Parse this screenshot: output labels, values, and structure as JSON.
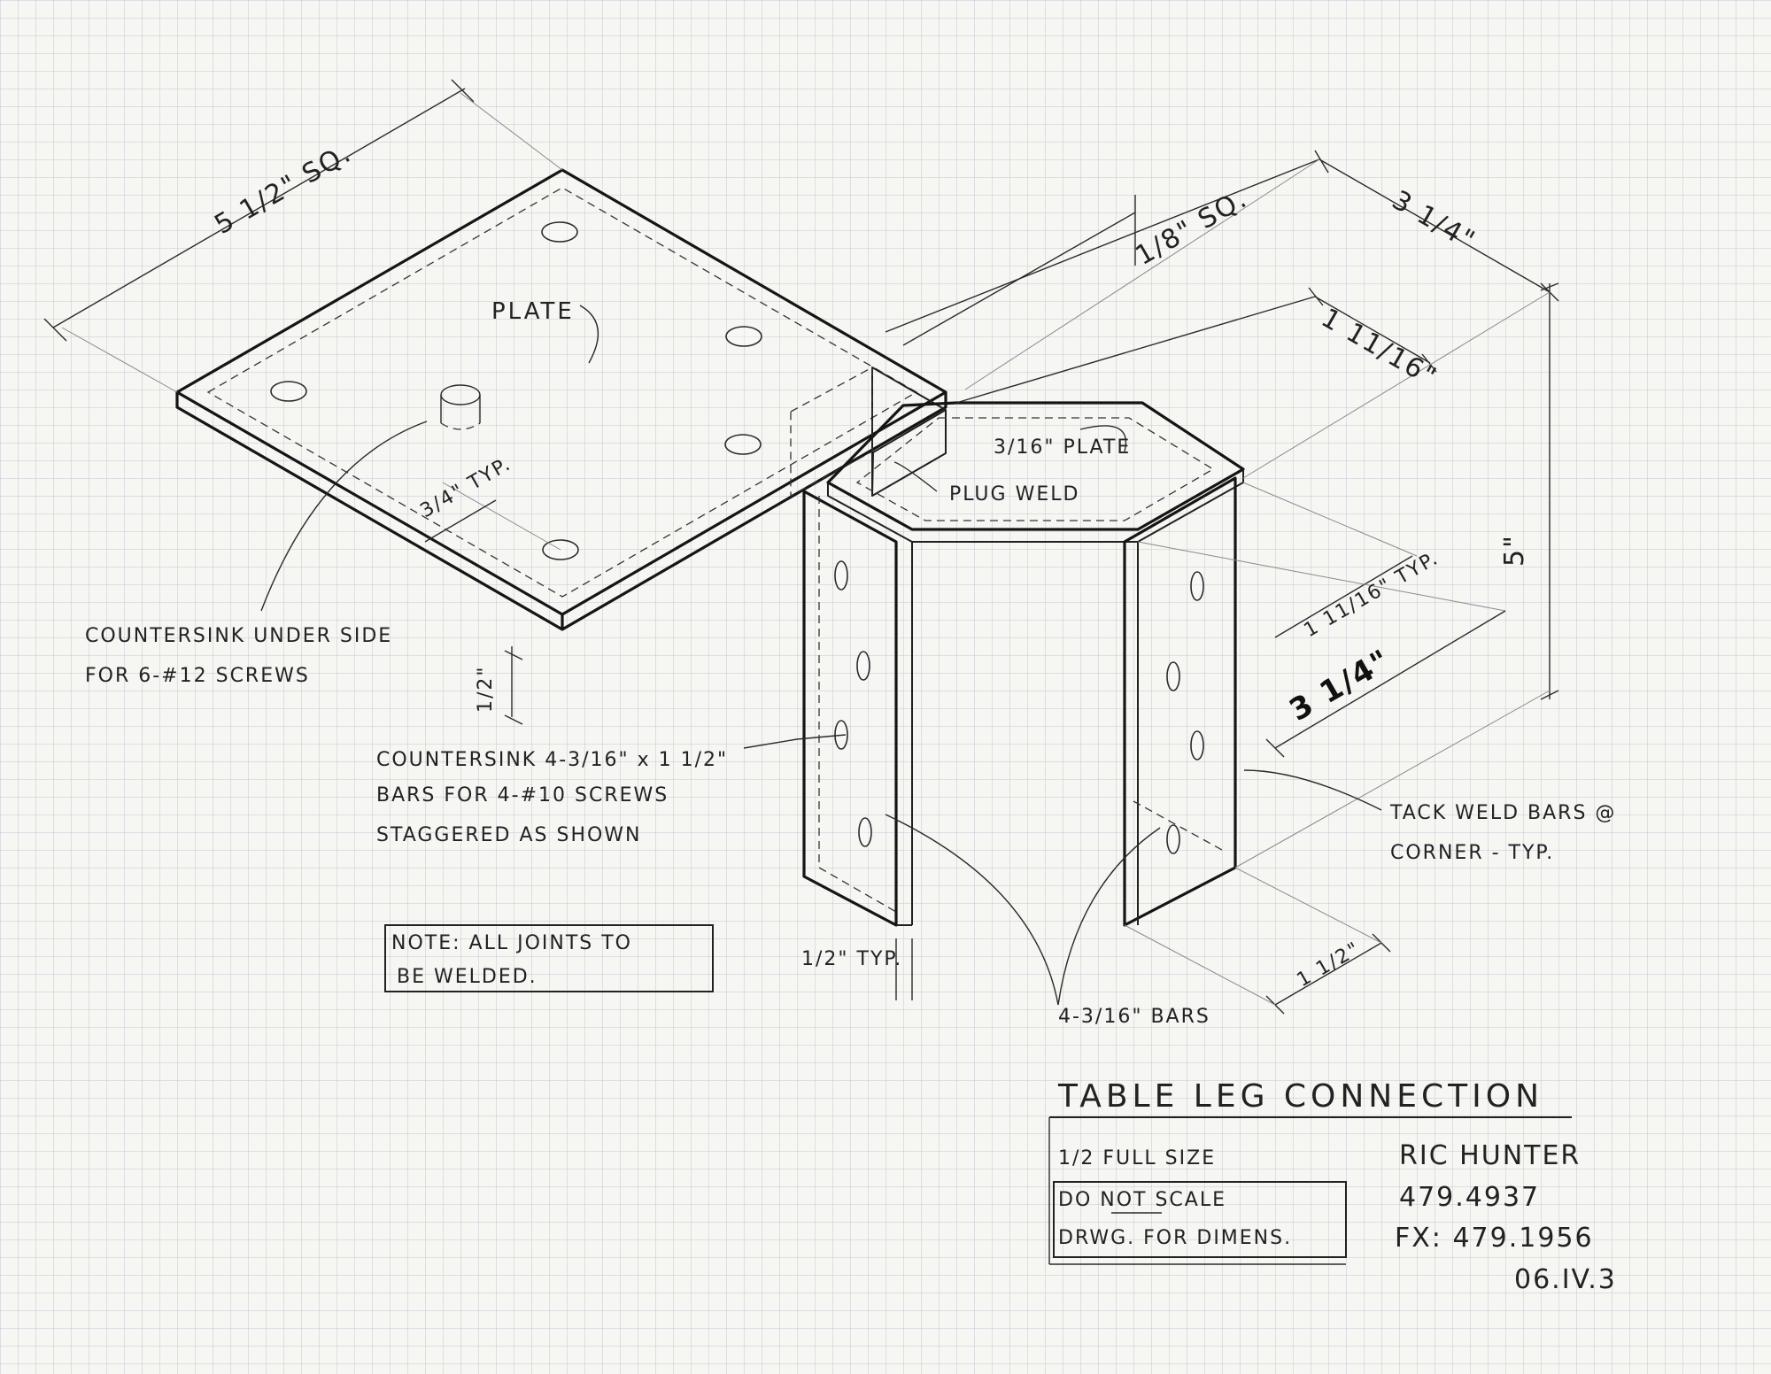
{
  "plate": {
    "dim_size": "5 1/2\" SQ.",
    "label": "PLATE",
    "hole_spacing": "3/4\" TYP.",
    "thickness": "1/2\""
  },
  "legs": {
    "tube_size": "1/8\" SQ.",
    "outer_width": "3 1/4\"",
    "inner_width": "1 11/16\"",
    "height": "5\"",
    "bar_spacing": "1 11/16\" TYP.",
    "bottom_width": "3 1/4\"",
    "bar_width": "1 1/2\"",
    "bar_thickness": "1/2\" TYP.",
    "bottom_plate": "3/16\" PLATE",
    "plug_weld": "PLUG WELD"
  },
  "notes": {
    "countersink_plate_line1": "COUNTERSINK UNDER SIDE",
    "countersink_plate_line2": "FOR 6-#12 SCREWS",
    "countersink_bars_line1": "COUNTERSINK 4-3/16\" x 1 1/2\"",
    "countersink_bars_line2": "BARS FOR 4-#10 SCREWS",
    "countersink_bars_line3": "STAGGERED AS SHOWN",
    "tack_weld_line1": "TACK WELD BARS @",
    "tack_weld_line2": "CORNER - TYP.",
    "bars": "4-3/16\" BARS",
    "note_line1": "NOTE: ALL JOINTS TO",
    "note_line2": "BE WELDED."
  },
  "title_block": {
    "title": "TABLE LEG CONNECTION",
    "scale": "1/2 FULL SIZE",
    "warning_line1": "DO NOT SCALE",
    "warning_line2": "DRWG. FOR DIMENS.",
    "author": "RIC HUNTER",
    "phone": "479.4937",
    "fax": "FX: 479.1956",
    "date": "06.IV.3"
  },
  "colors": {
    "paper": "#f6f6f3",
    "grid": "#96a5b9",
    "ink": "#232323"
  }
}
